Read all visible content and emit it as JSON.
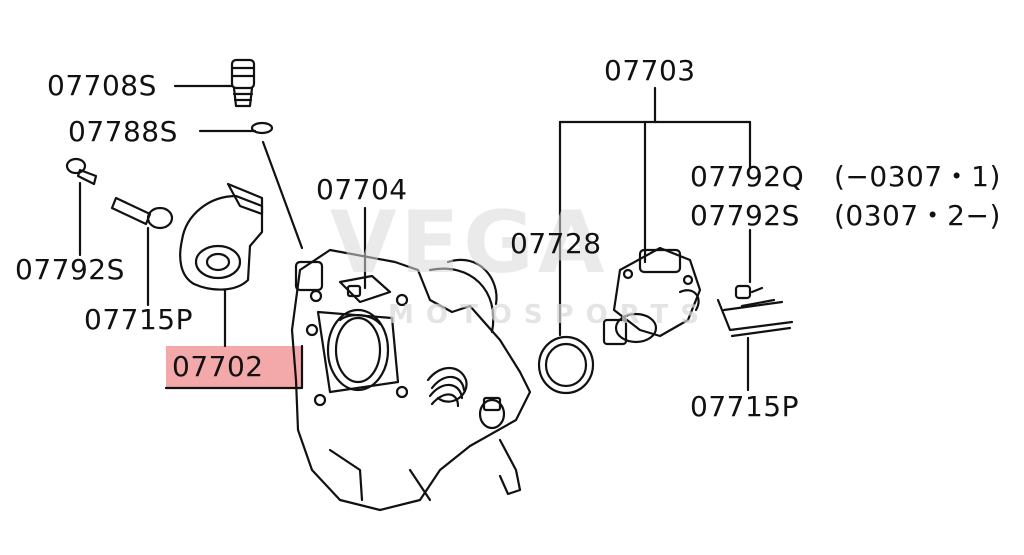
{
  "diagram": {
    "labels": {
      "p07708S": "07708S",
      "p07788S": "07788S",
      "p07792S_left": "07792S",
      "p07715P_left": "07715P",
      "p07702": "07702",
      "p07704": "07704",
      "p07703": "07703",
      "p07728": "07728",
      "p07792Q": "07792Q",
      "p07792Q_note": "(−0307・1)",
      "p07792S_right": "07792S",
      "p07792S_note": "(0307・2−)",
      "p07715P_right": "07715P"
    },
    "highlight_color": "#f3a9a9",
    "watermark": {
      "main": "VEGA",
      "sub": "MOTOSPORTS"
    }
  }
}
